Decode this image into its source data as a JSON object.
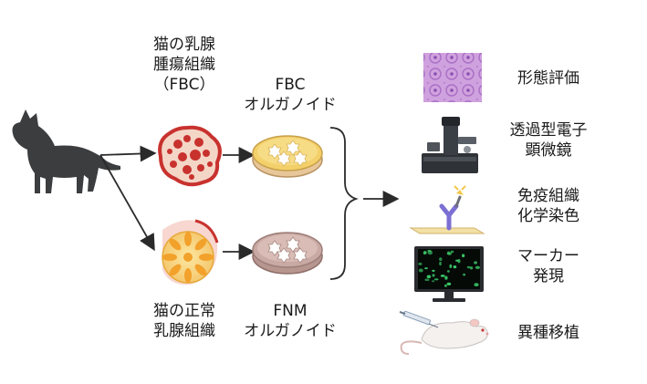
{
  "source": {
    "tumor_label": [
      "猫の乳腺",
      "腫瘍組織",
      "（FBC）"
    ],
    "normal_label": [
      "猫の正常",
      "乳腺組織"
    ]
  },
  "organoids": {
    "fbc_label": [
      "FBC",
      "オルガノイド"
    ],
    "fnm_label": [
      "FNM",
      "オルガノイド"
    ]
  },
  "analyses": [
    {
      "lines": [
        "形態評価"
      ],
      "icon": "histology-icon"
    },
    {
      "lines": [
        "透過型電子",
        "顕微鏡"
      ],
      "icon": "electron-microscope-icon"
    },
    {
      "lines": [
        "免疫組織",
        "化学染色"
      ],
      "icon": "antibody-icon"
    },
    {
      "lines": [
        "マーカー",
        "発現"
      ],
      "icon": "fluorescence-monitor-icon"
    },
    {
      "lines": [
        "異種移植"
      ],
      "icon": "mouse-injection-icon"
    }
  ],
  "colors": {
    "tumor_red": "#c8322e",
    "gland_orange": "#f2a12b",
    "organoid_yellow": "#f3d06a",
    "dish_pink": "#c9a9a3",
    "histology_purple": "#c89ad8",
    "fluorescence_green": "#3dcf6b",
    "cat_gray": "#3c3d3f"
  }
}
